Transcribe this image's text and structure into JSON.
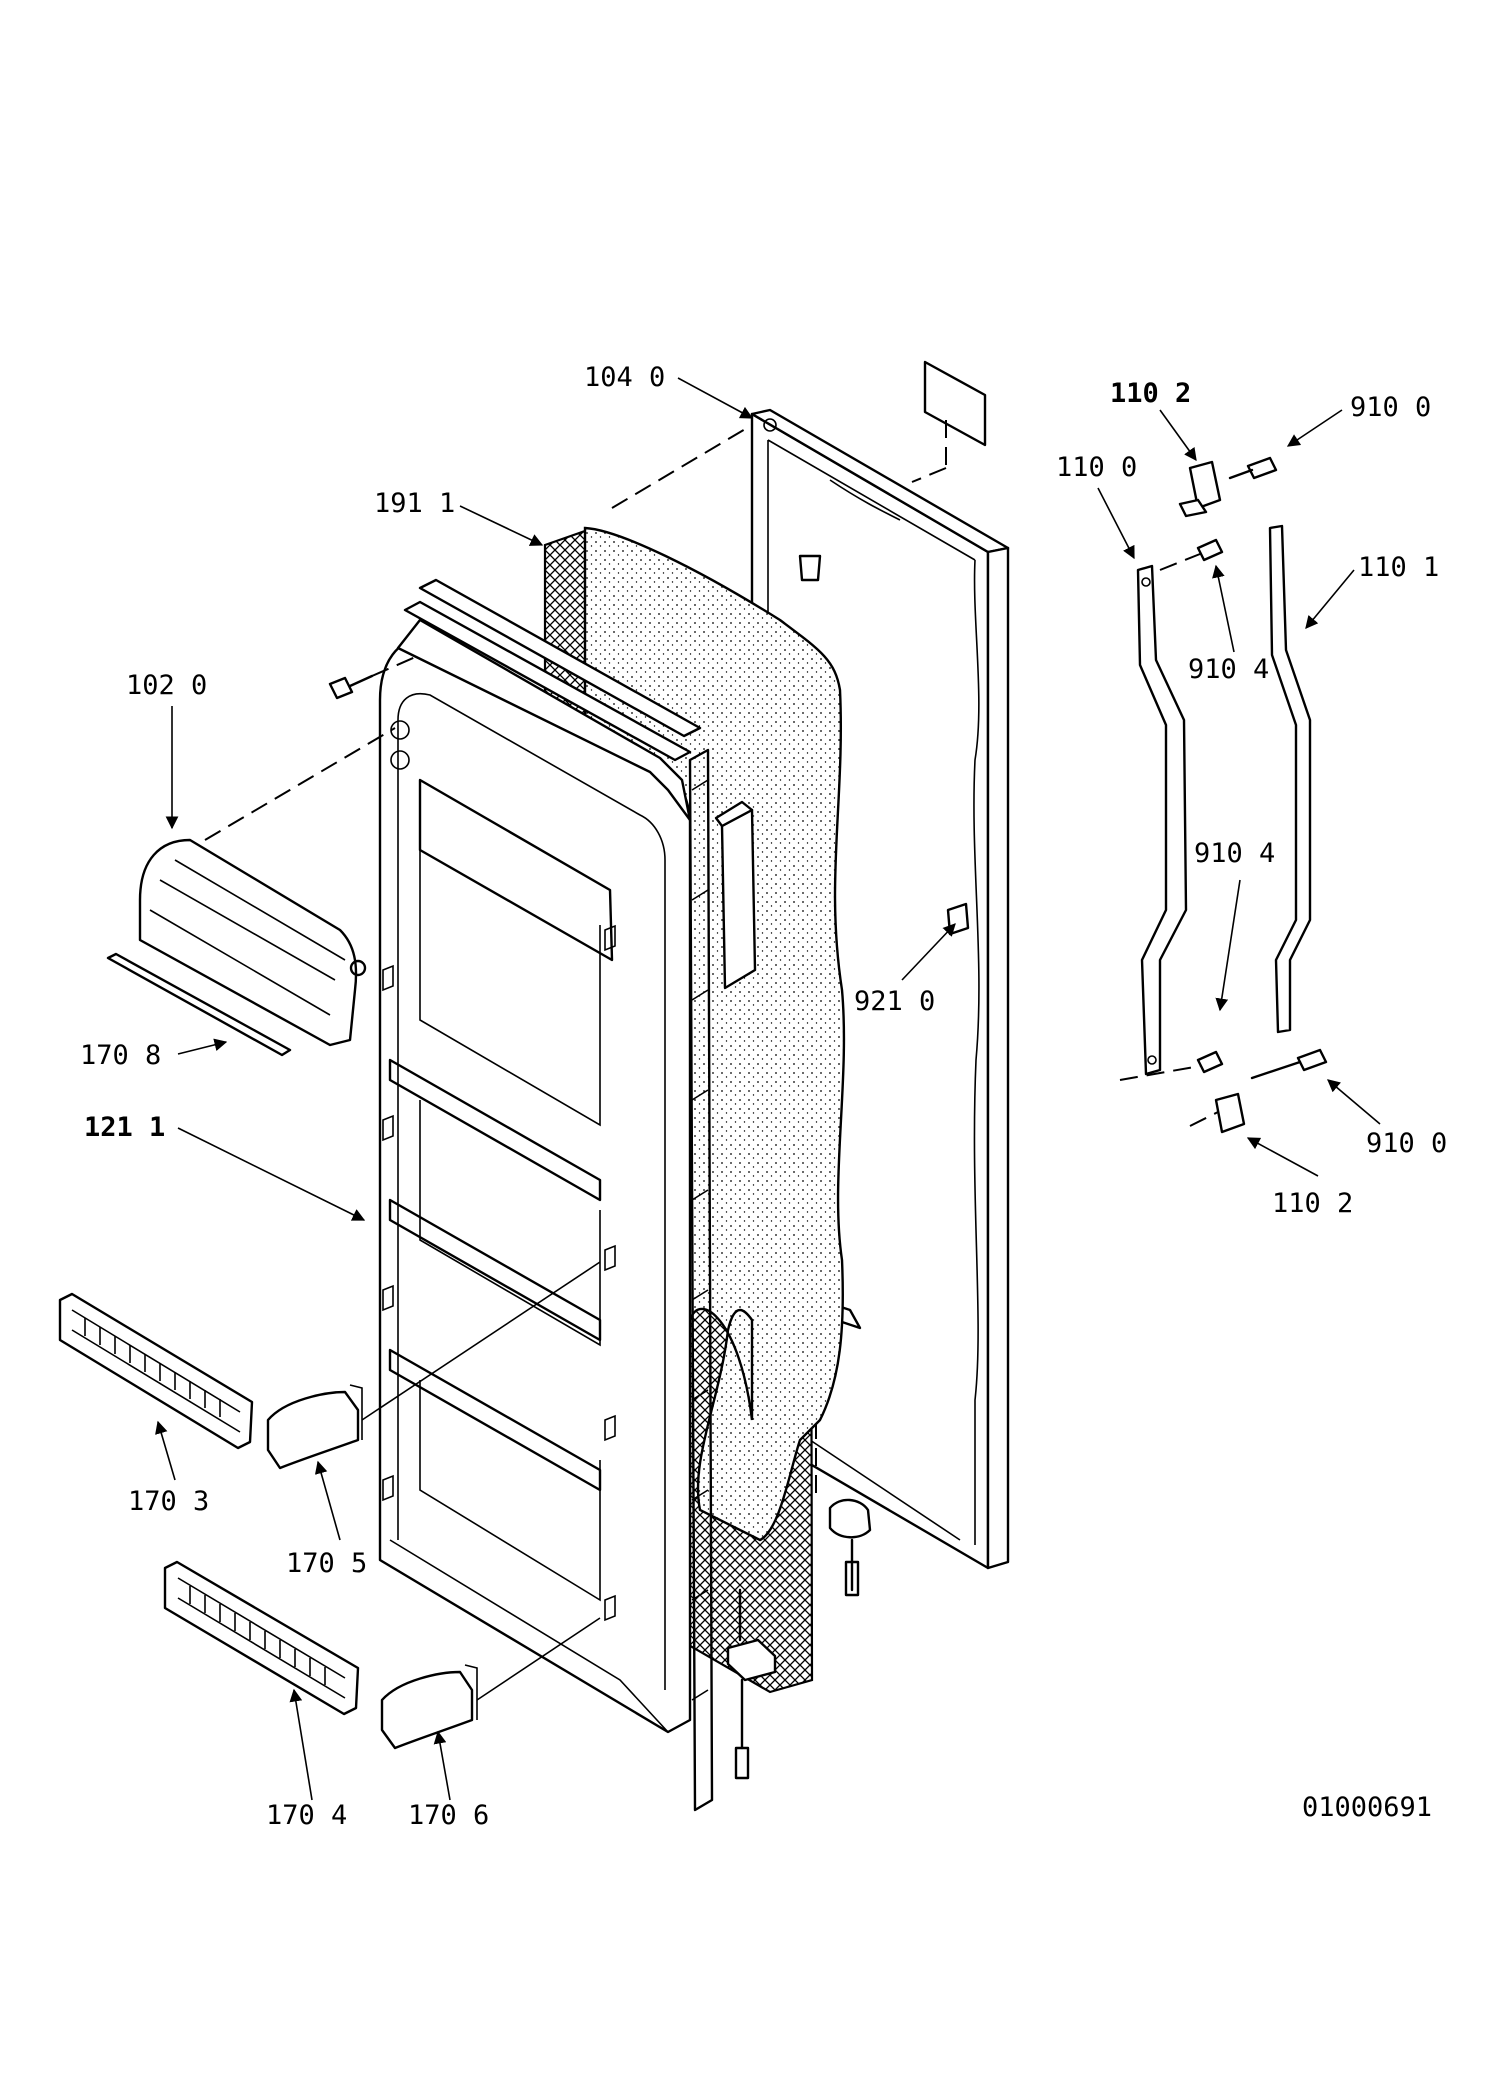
{
  "diagram_id": "01000691",
  "callouts": [
    {
      "id": "door-outer-panel",
      "text": "104 0"
    },
    {
      "id": "gasket",
      "text": "191 1"
    },
    {
      "id": "cover",
      "text": "102 0"
    },
    {
      "id": "trim-strip-top",
      "text": "170 8"
    },
    {
      "id": "inner-liner",
      "text": "121 1"
    },
    {
      "id": "shelf-rail-upper",
      "text": "170 3"
    },
    {
      "id": "shelf-bracket-upper",
      "text": "170 5"
    },
    {
      "id": "shelf-rail-lower",
      "text": "170 4"
    },
    {
      "id": "shelf-bracket-lower",
      "text": "170 6"
    },
    {
      "id": "hinge-bracket",
      "text": "921 0"
    },
    {
      "id": "handle-cap-top",
      "text": "110 2"
    },
    {
      "id": "screw-top",
      "text": "910 0"
    },
    {
      "id": "handle",
      "text": "110 0"
    },
    {
      "id": "handle-trim",
      "text": "110 1"
    },
    {
      "id": "screw-upper",
      "text": "910 4"
    },
    {
      "id": "screw-lower",
      "text": "910 4"
    },
    {
      "id": "screw-bottom",
      "text": "910 0"
    },
    {
      "id": "handle-cap-bottom",
      "text": "110 2"
    }
  ]
}
